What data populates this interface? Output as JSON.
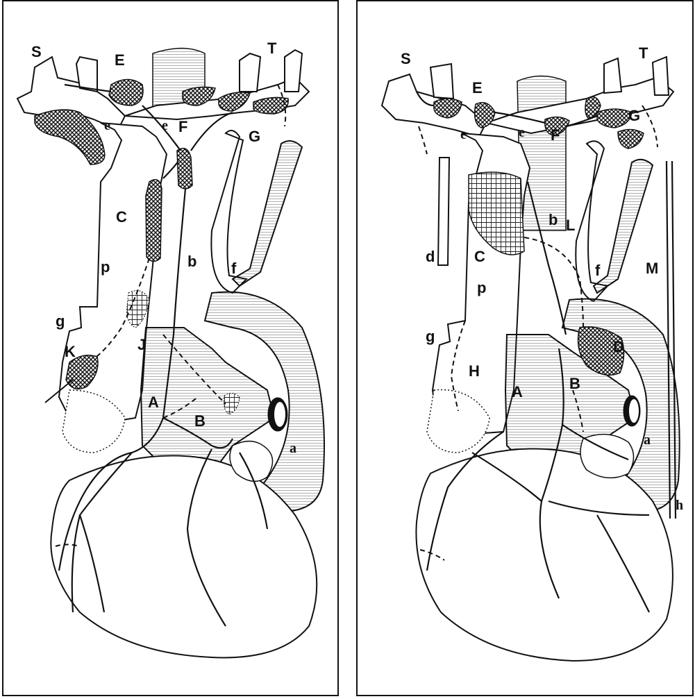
{
  "left_panel": {
    "labels": {
      "S": "S",
      "E": "E",
      "T": "T",
      "e1": "e",
      "e2": "e",
      "F": "F",
      "G": "G",
      "C": "C",
      "p": "p",
      "b": "b",
      "f": "f",
      "g": "g",
      "J": "J",
      "K": "K",
      "A": "A",
      "B": "B",
      "a": "a"
    }
  },
  "right_panel": {
    "labels": {
      "S": "S",
      "E": "E",
      "T": "T",
      "e1": "e",
      "e2": "e",
      "F": "F",
      "G": "G",
      "C": "C",
      "d": "d",
      "p": "p",
      "b": "b",
      "L": "L",
      "f": "f",
      "M": "M",
      "g": "g",
      "H": "H",
      "D": "D",
      "A": "A",
      "B": "B",
      "a": "a",
      "h": "h"
    }
  },
  "colors": {
    "ink": "#111111",
    "paper": "#ffffff"
  }
}
